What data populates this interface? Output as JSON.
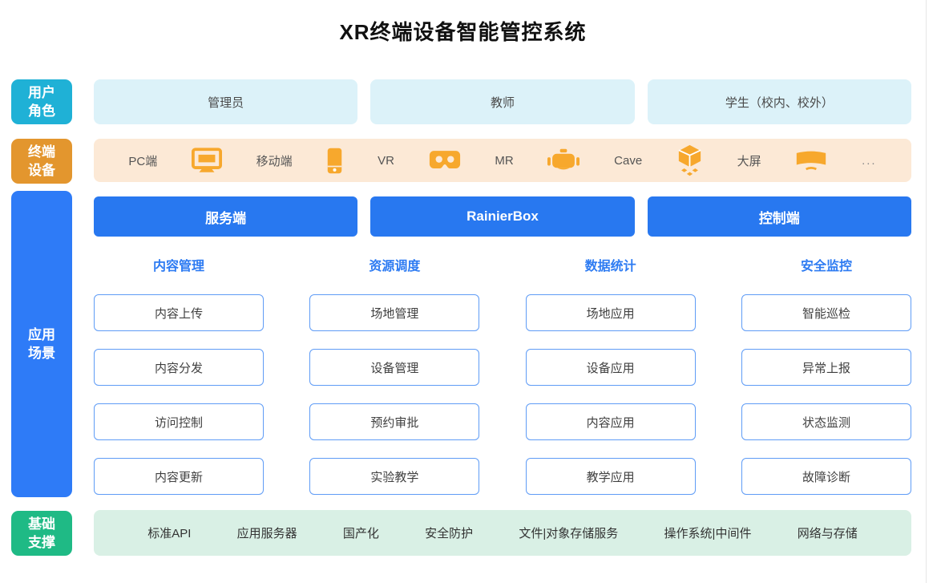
{
  "title": "XR终端设备智能管控系统",
  "colors": {
    "user_role_tag": "#1fb1d6",
    "terminal_tag": "#e3962e",
    "scenario_tag": "#2e7bf7",
    "foundation_tag": "#1fba85",
    "role_box_bg": "#dcf2f9",
    "device_bar_bg": "#fce9d6",
    "device_icon": "#f7a82d",
    "platform_button": "#2878f0",
    "column_header_text": "#2d7bf2",
    "item_box_border": "#5f9cf6",
    "foundation_bar_bg": "#d9f0e5"
  },
  "sidebar": {
    "items": [
      {
        "line1": "用户",
        "line2": "角色"
      },
      {
        "line1": "终端",
        "line2": "设备"
      },
      {
        "line1": "应用",
        "line2": "场景"
      },
      {
        "line1": "基础",
        "line2": "支撑"
      }
    ]
  },
  "roles": [
    "管理员",
    "教师",
    "学生（校内、校外）"
  ],
  "devices": {
    "items": [
      {
        "label": "PC端",
        "icon": "monitor-icon"
      },
      {
        "label": "移动端",
        "icon": "smartphone-icon"
      },
      {
        "label": "VR",
        "icon": "vr-goggles-icon"
      },
      {
        "label": "MR",
        "icon": "mr-headset-icon"
      },
      {
        "label": "Cave",
        "icon": "cave-cube-icon"
      },
      {
        "label": "大屏",
        "icon": "big-screen-icon"
      }
    ],
    "more": "..."
  },
  "platforms": [
    "服务端",
    "RainierBox",
    "控制端"
  ],
  "columns": [
    {
      "header": "内容管理",
      "items": [
        "内容上传",
        "内容分发",
        "访问控制",
        "内容更新"
      ]
    },
    {
      "header": "资源调度",
      "items": [
        "场地管理",
        "设备管理",
        "预约审批",
        "实验教学"
      ]
    },
    {
      "header": "数据统计",
      "items": [
        "场地应用",
        "设备应用",
        "内容应用",
        "教学应用"
      ]
    },
    {
      "header": "安全监控",
      "items": [
        "智能巡检",
        "异常上报",
        "状态监测",
        "故障诊断"
      ]
    }
  ],
  "foundation": [
    "标准API",
    "应用服务器",
    "国产化",
    "安全防护",
    "文件|对象存储服务",
    "操作系统|中间件",
    "网络与存储"
  ]
}
